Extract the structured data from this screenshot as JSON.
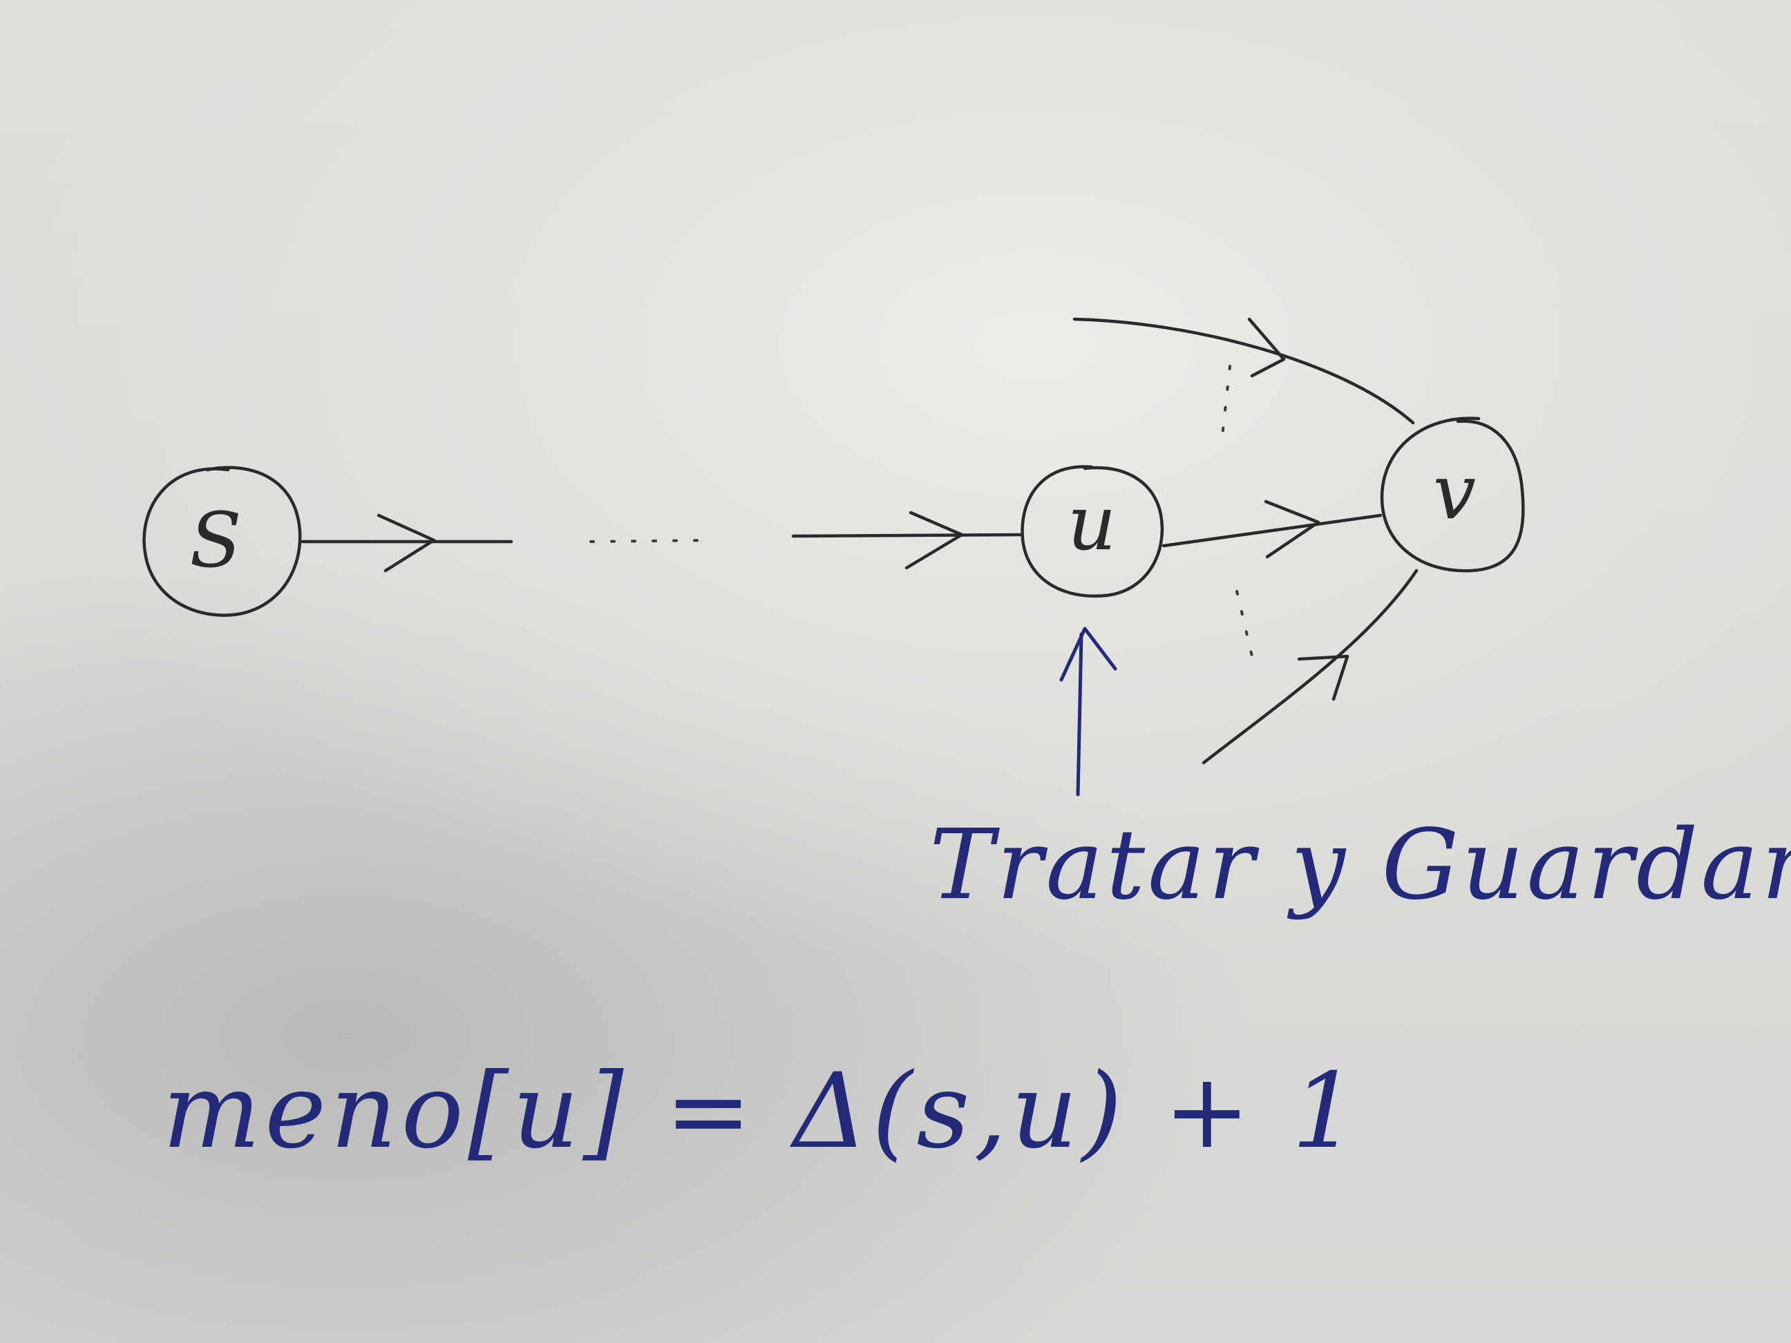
{
  "nodes": {
    "s": "S",
    "u": "u",
    "v": "v"
  },
  "caption": "Tratar y Guardar",
  "formula": "meno[u] = Δ(s,u) + 1",
  "colors": {
    "ink": "#2a2a2c",
    "blue_ink": "#232a7a",
    "paper": "#e3e3e0"
  }
}
